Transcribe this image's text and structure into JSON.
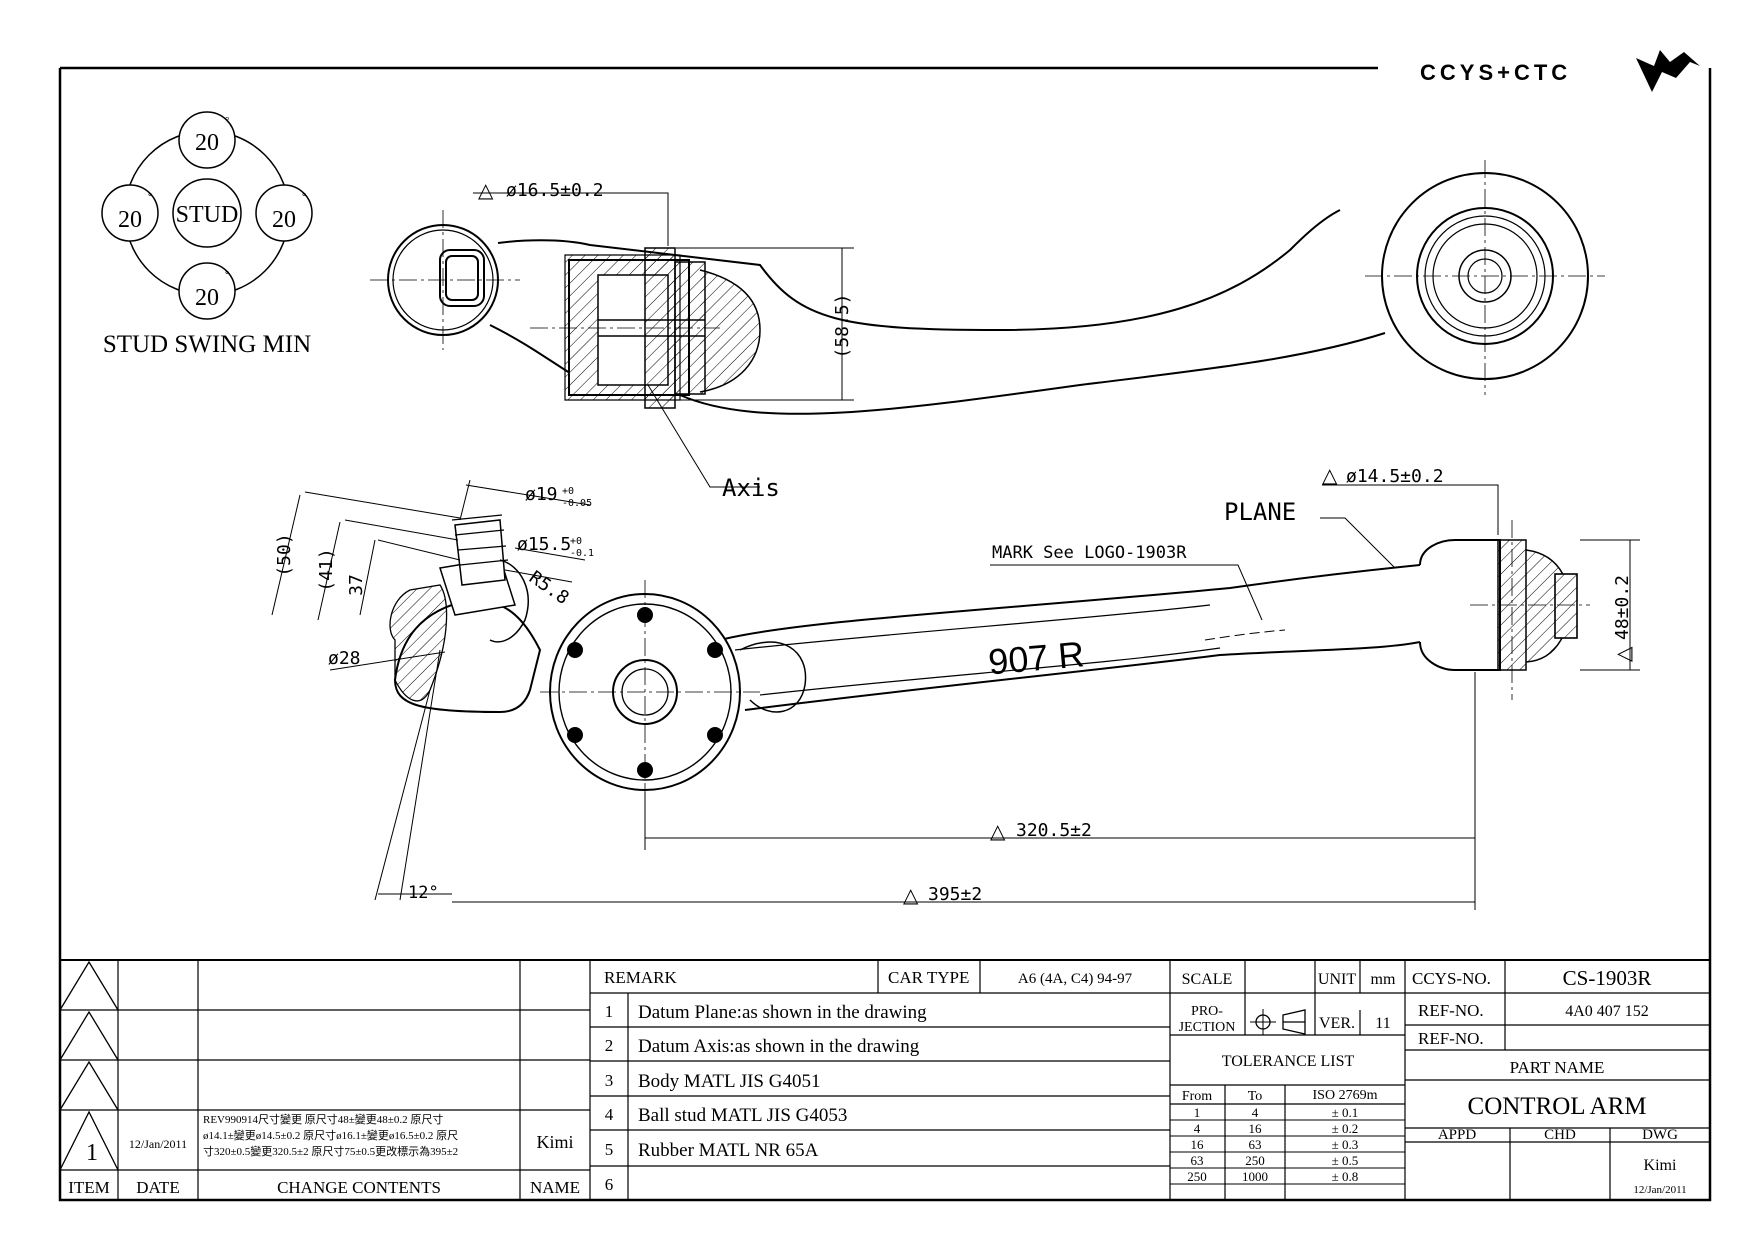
{
  "brand": {
    "text": "CCYS+CTC"
  },
  "swing": {
    "title": "STUD SWING MIN",
    "center": "STUD",
    "top": "20",
    "left": "20",
    "right": "20",
    "bottom": "20",
    "unit": "°"
  },
  "dims": {
    "d165": "ø16.5±0.2",
    "d585": "(58.5)",
    "axis": "Axis",
    "d145": "ø14.5±0.2",
    "plane": "PLANE",
    "mark": "MARK See LOGO-1903R",
    "d19": "ø19",
    "d19_tol_up": "+0",
    "d19_tol_dn": "-0.05",
    "d155": "ø15.5",
    "d155_tol_up": "+0",
    "d155_tol_dn": "-0.1",
    "r58": "R5.8",
    "d50": "(50)",
    "d41": "(41)",
    "d37": "37",
    "d28": "ø28",
    "d48": "48±0.2",
    "d3205": "320.5±2",
    "d395": "395±2",
    "ang12": "12°",
    "part_mark": "907 R"
  },
  "revision": {
    "item": "1",
    "date": "12/Jan/2011",
    "content_l1": "REV990914尺寸變更 原尺寸48±變更48±0.2 原尺寸",
    "content_l2": "ø14.1±變更ø14.5±0.2 原尺寸ø16.1±變更ø16.5±0.2 原尺",
    "content_l3": "寸320±0.5變更320.5±2 原尺寸75±0.5更改標示為395±2",
    "name": "Kimi",
    "h_item": "ITEM",
    "h_date": "DATE",
    "h_change": "CHANGE CONTENTS",
    "h_name": "NAME"
  },
  "remarks": {
    "header": "REMARK",
    "car_type_label": "CAR TYPE",
    "car_type": "A6 (4A, C4) 94-97",
    "items": [
      {
        "n": "1",
        "text": "Datum Plane:as shown in the drawing"
      },
      {
        "n": "2",
        "text": "Datum Axis:as shown in the drawing"
      },
      {
        "n": "3",
        "text": "Body MATL JIS G4051"
      },
      {
        "n": "4",
        "text": "Ball stud MATL JIS G4053"
      },
      {
        "n": "5",
        "text": "Rubber MATL NR 65A"
      },
      {
        "n": "6",
        "text": ""
      }
    ]
  },
  "spec": {
    "scale": "SCALE",
    "unit_label": "UNIT",
    "unit": "mm",
    "projection": "PRO-",
    "projection2": "JECTION",
    "ver_label": "VER.",
    "ver": "11",
    "tolerance_title": "TOLERANCE LIST",
    "tol_from": "From",
    "tol_to": "To",
    "tol_iso": "ISO 2769m",
    "tolerances": [
      {
        "from": "1",
        "to": "4",
        "tol": "± 0.1"
      },
      {
        "from": "4",
        "to": "16",
        "tol": "± 0.2"
      },
      {
        "from": "16",
        "to": "63",
        "tol": "± 0.3"
      },
      {
        "from": "63",
        "to": "250",
        "tol": "± 0.5"
      },
      {
        "from": "250",
        "to": "1000",
        "tol": "± 0.8"
      }
    ]
  },
  "title_block": {
    "ccys_label": "CCYS-NO.",
    "ccys_no": "CS-1903R",
    "ref_label": "REF-NO.",
    "ref_no": "4A0 407 152",
    "ref_label2": "REF-NO.",
    "part_name_label": "PART NAME",
    "part_name": "CONTROL ARM",
    "appd": "APPD",
    "chd": "CHD",
    "dwg": "DWG",
    "dwg_name": "Kimi",
    "dwg_date": "12/Jan/2011"
  }
}
